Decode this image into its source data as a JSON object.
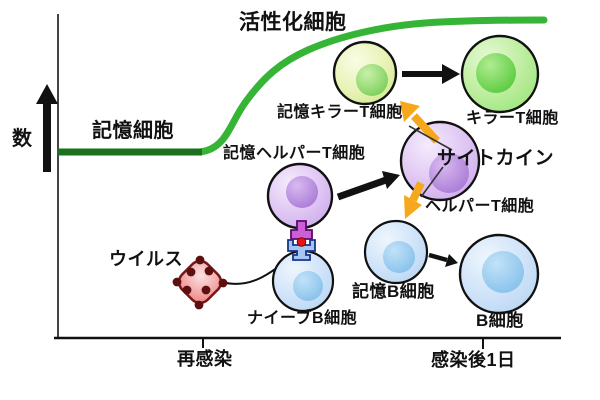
{
  "axes": {
    "y_label": "数",
    "tick_reinfection": "再感染",
    "tick_day1": "感染後1日"
  },
  "curve": {
    "activated_label": "活性化細胞",
    "memory_label": "記憶細胞",
    "shape": "flat low line (memory level) rising steeply after reinfection to a high plateau (activated level)"
  },
  "cells": {
    "memory_killer_t": "記憶キラーT細胞",
    "killer_t": "キラーT細胞",
    "memory_helper_t": "記憶ヘルパーT細胞",
    "helper_t": "ヘルパーT細胞",
    "memory_b": "記憶B細胞",
    "b_cell": "B細胞",
    "naive_b": "ナイーブB細胞"
  },
  "annotations": {
    "cytokine": "サイトカイン",
    "virus": "ウイルス"
  },
  "colors": {
    "memory_curve": "#1E6F1E",
    "activated_curve": "#35B435",
    "cytokine_arrow": "#F5A81C",
    "black_arrow": "#111111",
    "memory_killer_cell": "#DCEDA0",
    "killer_cell": "#A6E988",
    "helper_cell": "#D2B2EF",
    "b_cell": "#C2DCF6",
    "virus_body": "#EF8888",
    "virus_outline": "#7A1515",
    "virus_dot": "#5C1010",
    "antigen_dot": "#E81212",
    "tcr_receptor": "#CC5FD6",
    "bcr_receptor": "#A8C4F0"
  }
}
